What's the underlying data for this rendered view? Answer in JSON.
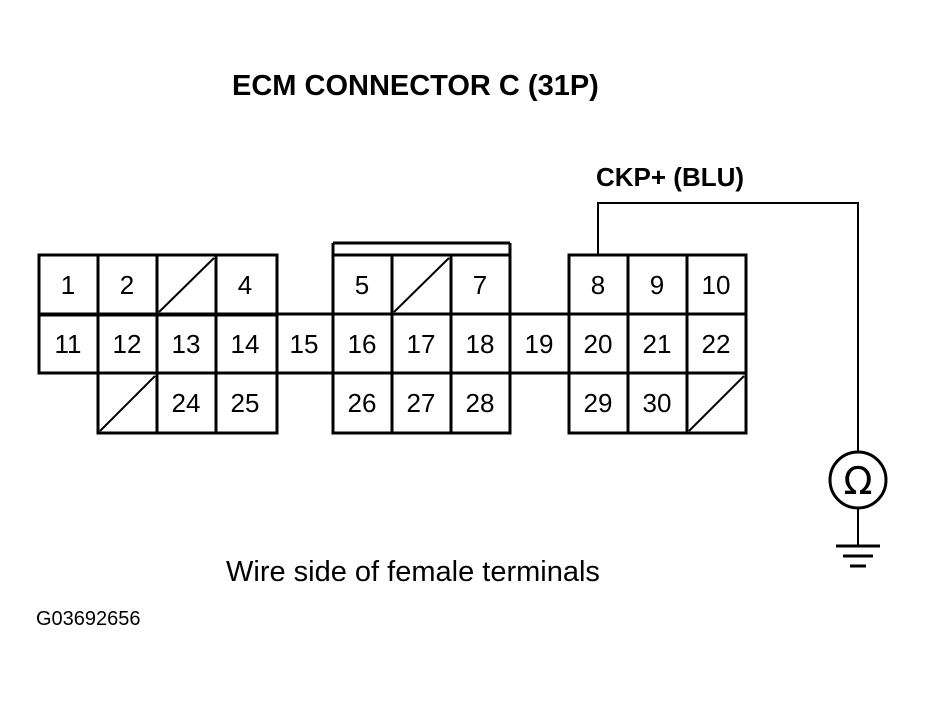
{
  "title": "ECM CONNECTOR C (31P)",
  "signal_label": "CKP+ (BLU)",
  "caption": "Wire side of female terminals",
  "figure_id": "G03692656",
  "meter_symbol": "Ω",
  "terminals": {
    "t1": "1",
    "t2": "2",
    "t4": "4",
    "t5": "5",
    "t7": "7",
    "t8": "8",
    "t9": "9",
    "t10": "10",
    "t11": "11",
    "t12": "12",
    "t13": "13",
    "t14": "14",
    "t15": "15",
    "t16": "16",
    "t17": "17",
    "t18": "18",
    "t19": "19",
    "t20": "20",
    "t21": "21",
    "t22": "22",
    "t24": "24",
    "t25": "25",
    "t26": "26",
    "t27": "27",
    "t28": "28",
    "t29": "29",
    "t30": "30"
  },
  "icons": {
    "meter": "ohmmeter-icon",
    "ground": "ground-icon"
  }
}
